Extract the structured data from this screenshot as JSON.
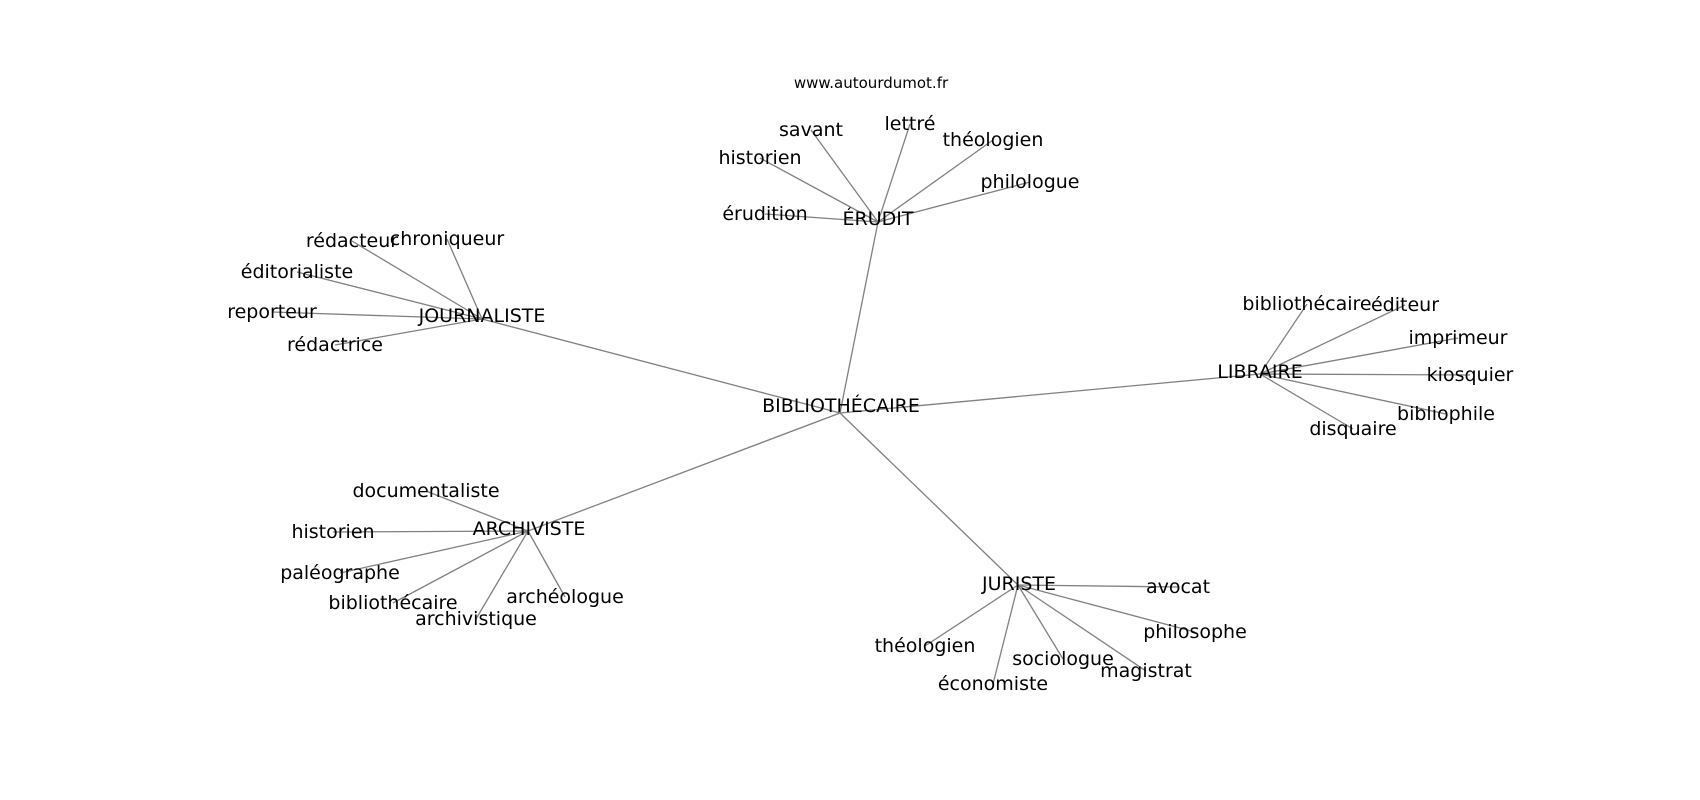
{
  "header": {
    "source": "www.autourdumot.fr"
  },
  "center": {
    "id": "bibliothecaire",
    "label": "BIBLIOTHÉCAIRE"
  },
  "clusters": [
    {
      "id": "erudit",
      "label": "ÉRUDIT",
      "terms": [
        "savant",
        "lettré",
        "théologien",
        "historien",
        "philologue",
        "érudition"
      ]
    },
    {
      "id": "journaliste",
      "label": "JOURNALISTE",
      "terms": [
        "rédacteur",
        "chroniqueur",
        "éditorialiste",
        "reporteur",
        "rédactrice"
      ]
    },
    {
      "id": "libraire",
      "label": "LIBRAIRE",
      "terms": [
        "bibliothécaire",
        "éditeur",
        "imprimeur",
        "kiosquier",
        "bibliophile",
        "disquaire"
      ]
    },
    {
      "id": "archiviste",
      "label": "ARCHIVISTE",
      "terms": [
        "documentaliste",
        "historien",
        "paléographe",
        "bibliothécaire",
        "archéologue",
        "archivistique"
      ]
    },
    {
      "id": "juriste",
      "label": "JURISTE",
      "terms": [
        "avocat",
        "philosophe",
        "théologien",
        "sociologue",
        "magistrat",
        "économiste"
      ]
    }
  ]
}
